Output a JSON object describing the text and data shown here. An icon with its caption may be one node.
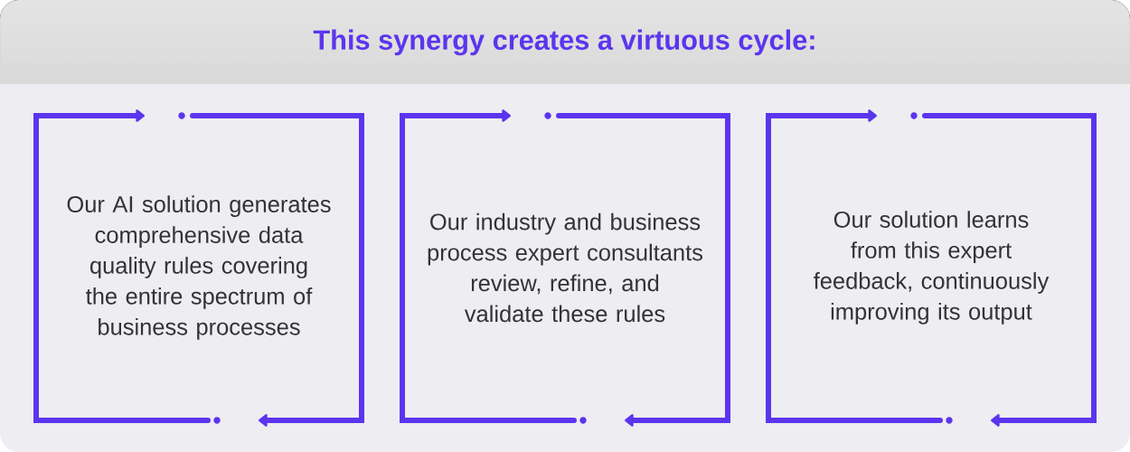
{
  "diagram": {
    "title": "This synergy creates a virtuous cycle:",
    "nodes": [
      {
        "text": [
          "Our AI solution generates comprehensive data quality rules covering the entire spectrum of business processes"
        ]
      },
      {
        "text": [
          "Our industry and business process expert consultants review, refine, and validate these rules"
        ]
      },
      {
        "text": [
          "Our solution learns from this expert feedback, continuously improving its output"
        ]
      }
    ]
  }
}
